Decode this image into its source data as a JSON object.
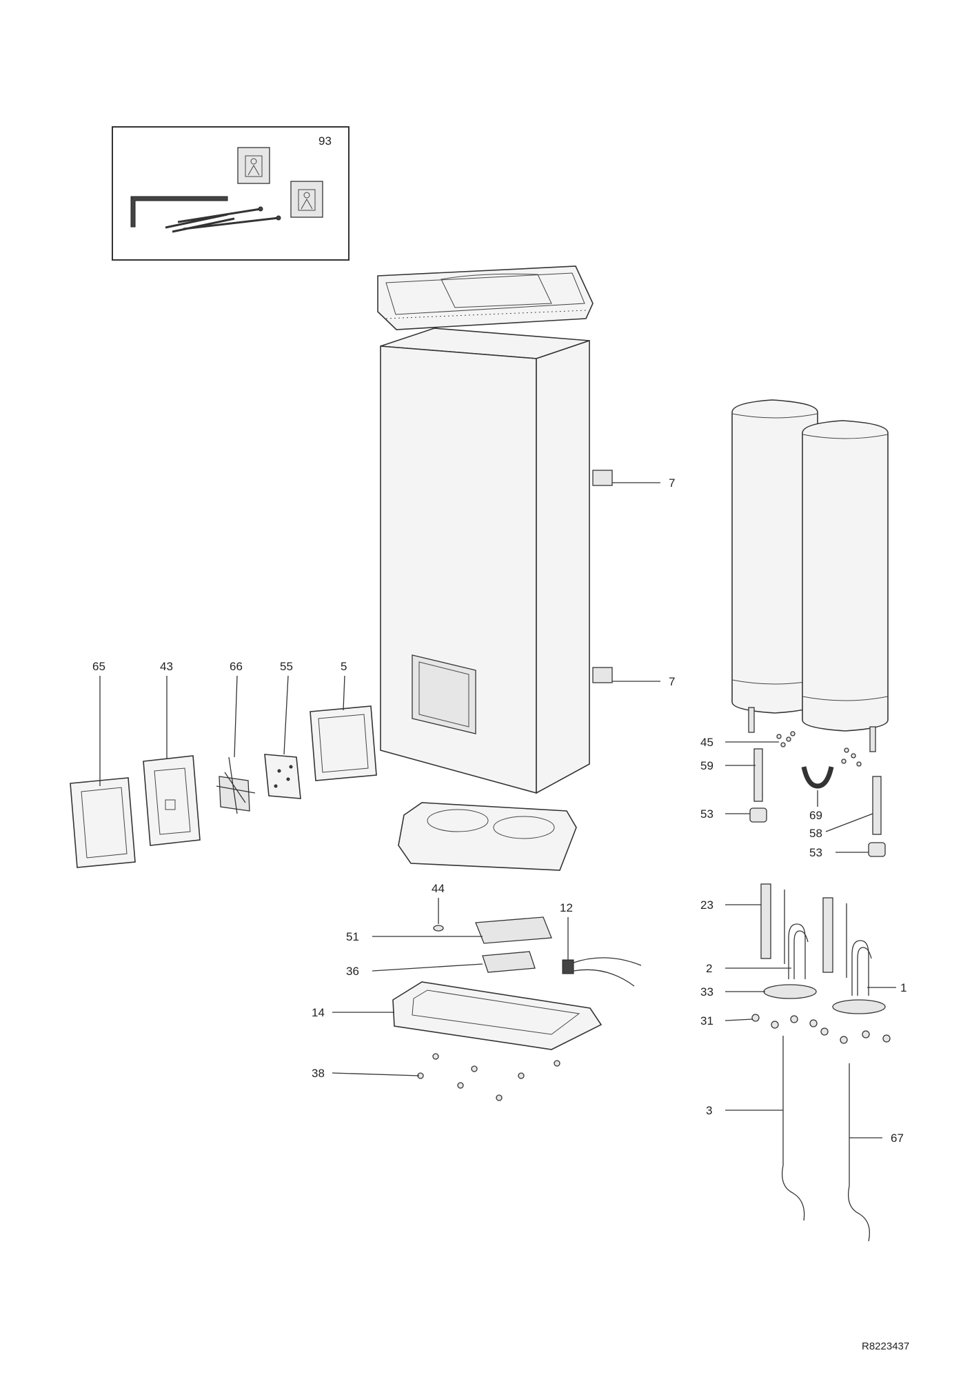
{
  "labels": {
    "p93": "93",
    "p7a": "7",
    "p7b": "7",
    "p65": "65",
    "p43": "43",
    "p66": "66",
    "p55": "55",
    "p5": "5",
    "p45": "45",
    "p59": "59",
    "p69": "69",
    "p53a": "53",
    "p58": "58",
    "p53b": "53",
    "p44": "44",
    "p12": "12",
    "p51": "51",
    "p36": "36",
    "p14": "14",
    "p38": "38",
    "p23": "23",
    "p2": "2",
    "p33": "33",
    "p1": "1",
    "p31": "31",
    "p3": "3",
    "p67": "67"
  },
  "reference": "R8223437"
}
